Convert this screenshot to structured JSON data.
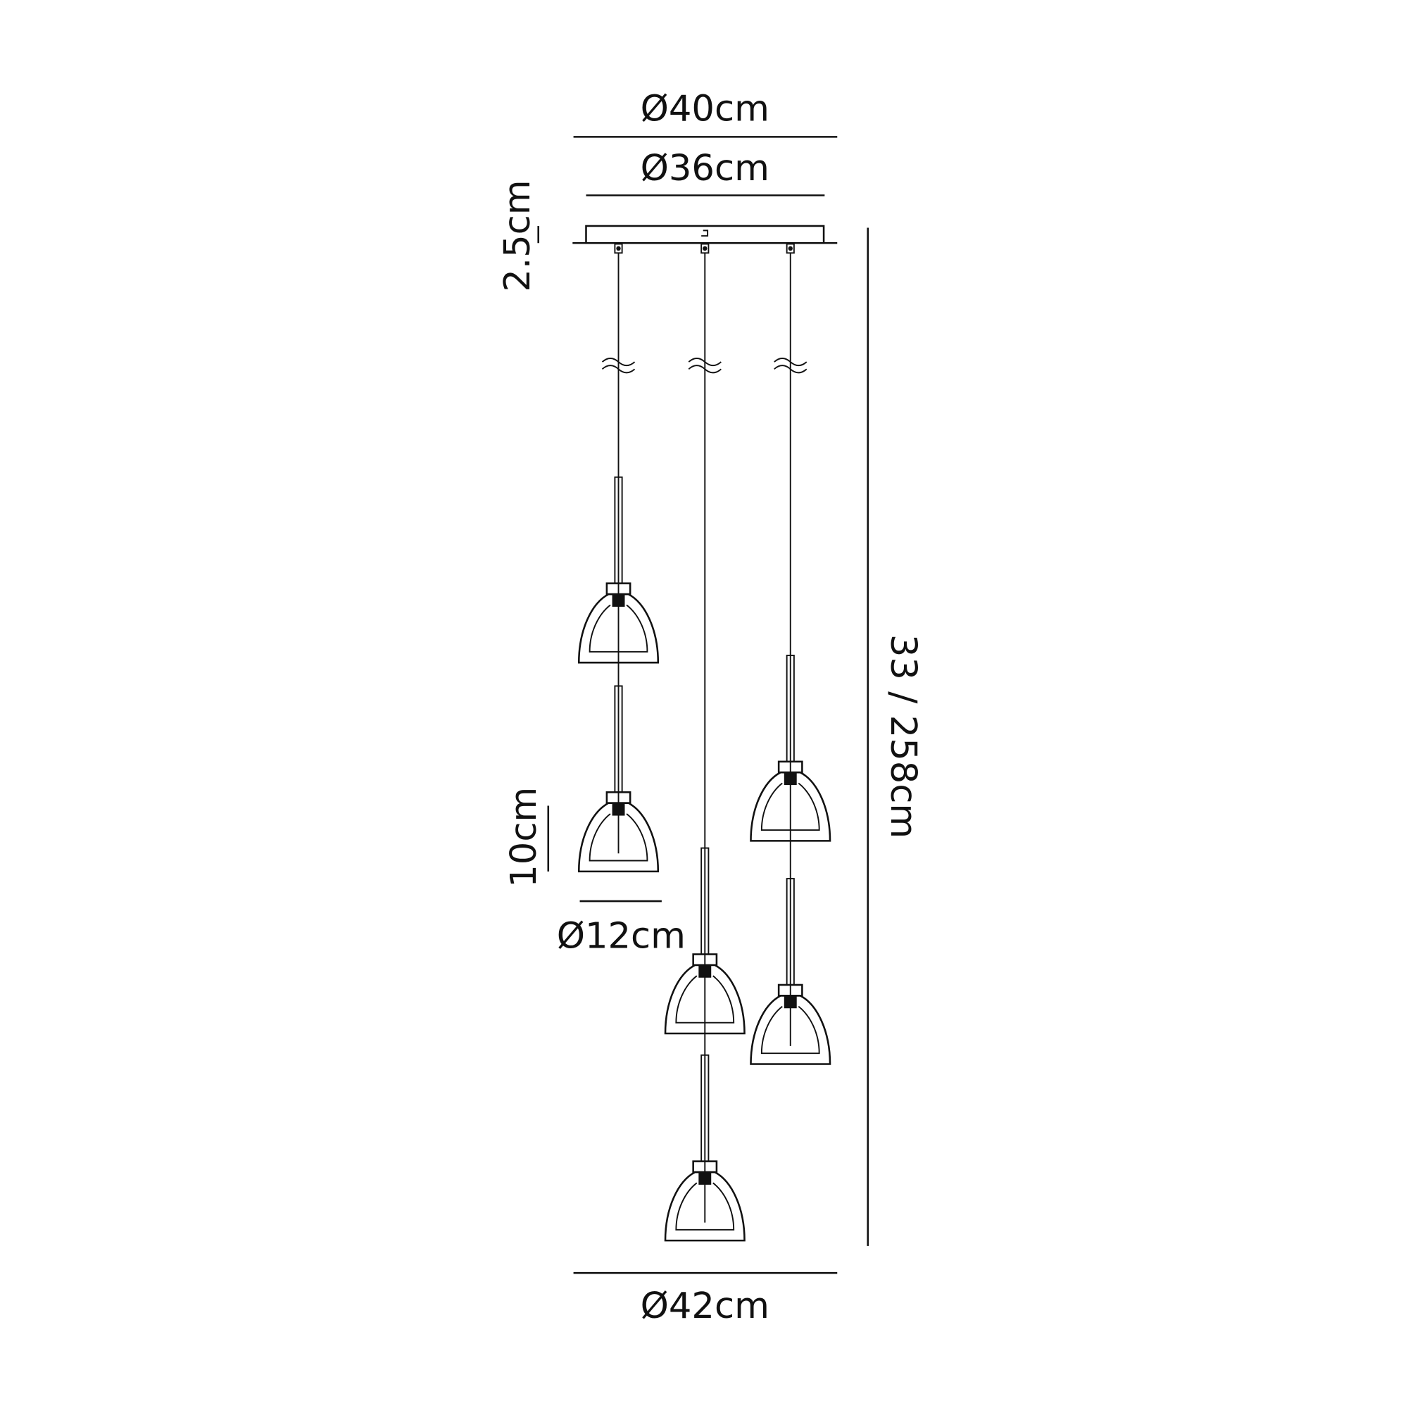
{
  "dimensions": {
    "canopy_outer_diameter": "Ø40cm",
    "canopy_inner_diameter": "Ø36cm",
    "canopy_height": "2.5cm",
    "total_height": "33 / 258cm",
    "shade_height": "10cm",
    "shade_diameter": "Ø12cm",
    "overall_diameter": "Ø42cm"
  },
  "colors": {
    "line": "#111111",
    "background": "#ffffff"
  }
}
